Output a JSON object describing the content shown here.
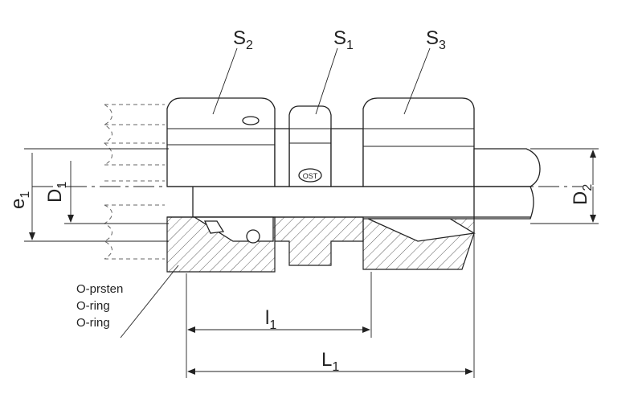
{
  "labels": {
    "s2": {
      "main": "S",
      "sub": "2"
    },
    "s1": {
      "main": "S",
      "sub": "1"
    },
    "s3": {
      "main": "S",
      "sub": "3"
    },
    "e1": {
      "main": "e",
      "sub": "1"
    },
    "d1": {
      "main": "D",
      "sub": "1"
    },
    "d2": {
      "main": "D",
      "sub": "2"
    },
    "l1_small": {
      "main": "l",
      "sub": "1"
    },
    "l1_big": {
      "main": "L",
      "sub": "1"
    }
  },
  "seal_labels": [
    "O-prsten",
    "O-ring",
    "O-ring"
  ],
  "logo_text": "OST"
}
